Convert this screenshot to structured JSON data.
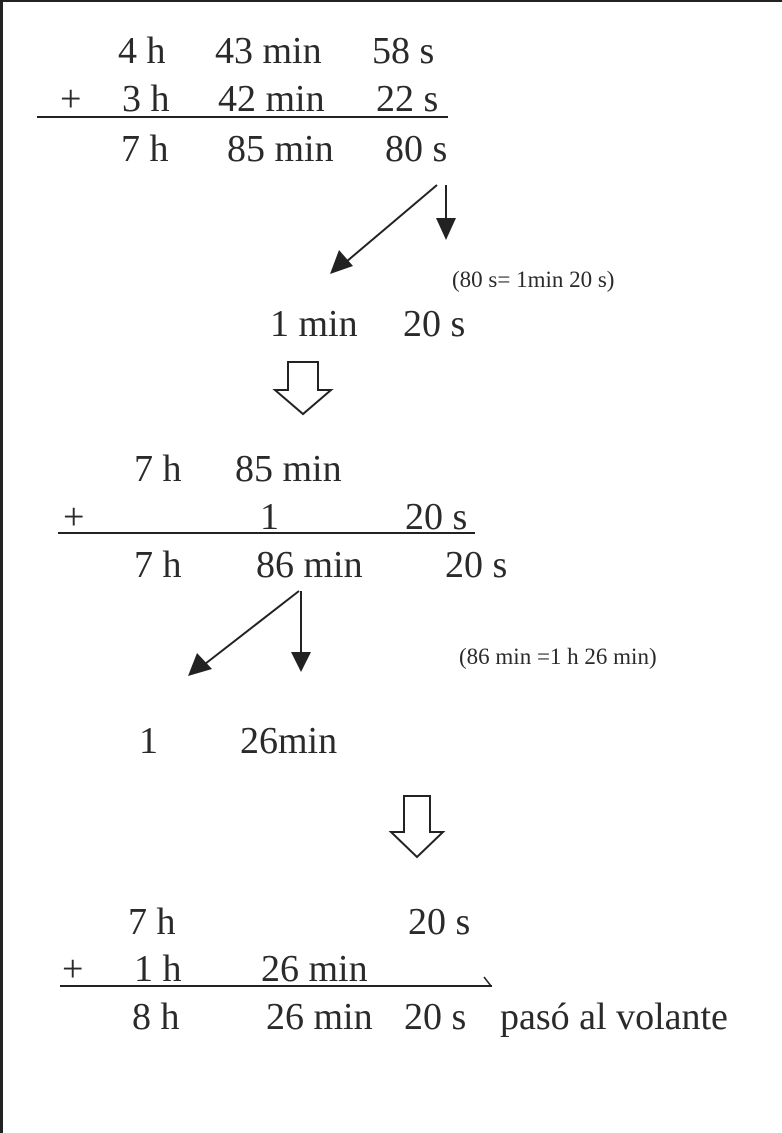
{
  "block1": {
    "row1": {
      "h": "4 h",
      "min": "43 min",
      "s": "58 s"
    },
    "row2": {
      "op": "+",
      "h": "3 h",
      "min": "42 min",
      "s": "22 s"
    },
    "result": {
      "h": "7 h",
      "min": "85 min",
      "s": "80 s"
    }
  },
  "conversion1": {
    "note": "(80 s= 1min 20 s)",
    "min": "1 min",
    "s": "20 s"
  },
  "block2": {
    "row1": {
      "h": "7 h",
      "min": "85 min"
    },
    "row2": {
      "op": "+",
      "min": "1",
      "s": "20 s"
    },
    "result": {
      "h": "7 h",
      "min": "86 min",
      "s": "20 s"
    }
  },
  "conversion2": {
    "note": "(86 min =1 h 26 min)",
    "h": "1",
    "min": "26min"
  },
  "block3": {
    "row1": {
      "h": "7 h",
      "s": "20 s"
    },
    "row2": {
      "op": "+",
      "h": "1 h",
      "min": "26 min"
    },
    "result": {
      "h": "8 h",
      "min": "26 min",
      "s": "20 s",
      "label": "pasó al volante"
    }
  }
}
